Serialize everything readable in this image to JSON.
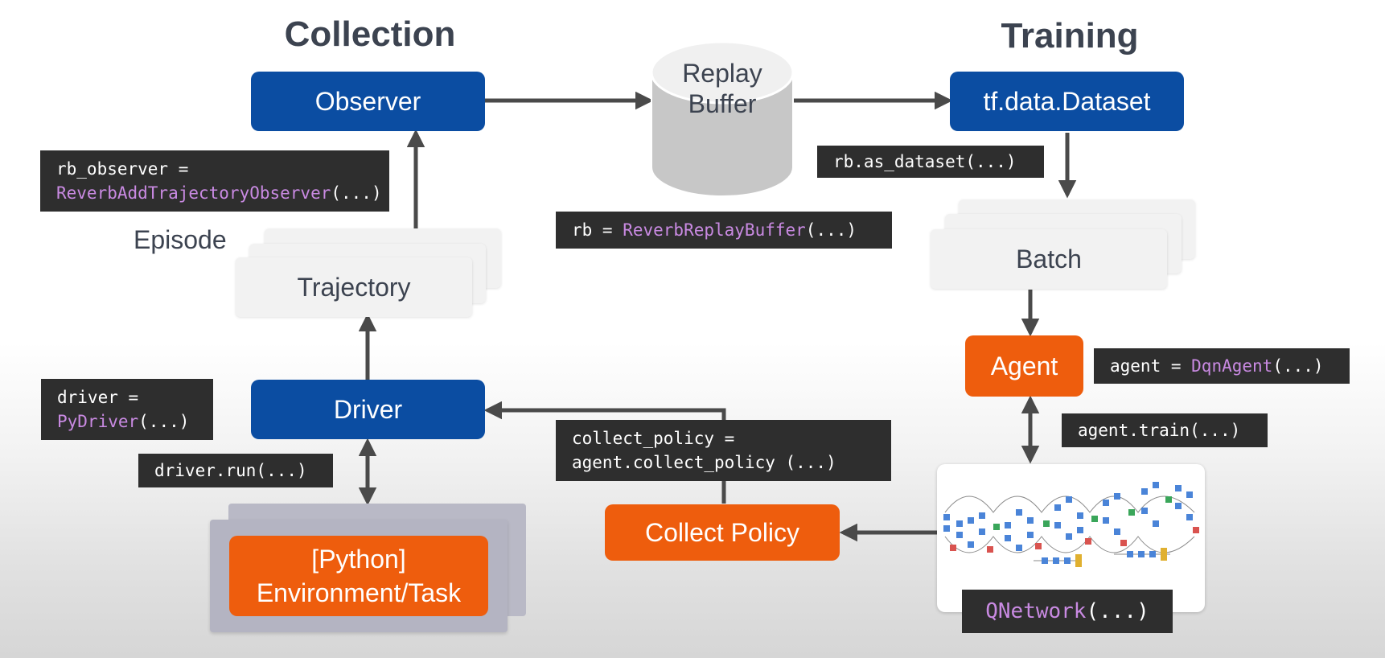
{
  "headings": {
    "collection": "Collection",
    "training": "Training"
  },
  "nodes": {
    "observer": "Observer",
    "replay_buffer_line1": "Replay",
    "replay_buffer_line2": "Buffer",
    "dataset": "tf.data.Dataset",
    "episode": "Episode",
    "trajectory": "Trajectory",
    "batch": "Batch",
    "agent": "Agent",
    "driver": "Driver",
    "collect_policy": "Collect Policy",
    "environment_line1": "[Python]",
    "environment_line2": "Environment/Task"
  },
  "code": {
    "rb_observer_a": "rb_observer =",
    "rb_observer_b": "ReverbAddTrajectoryObserver",
    "rb_observer_c": "(...)",
    "rb_as_dataset": "rb.as_dataset(...)",
    "rb_a": "rb = ",
    "rb_b": "ReverbReplayBuffer",
    "rb_c": "(...)",
    "agent_a": "agent = ",
    "agent_b": "DqnAgent",
    "agent_c": "(...)",
    "agent_train": "agent.train(...)",
    "driver_a": "driver =",
    "driver_b": "PyDriver",
    "driver_c": "(...)",
    "driver_run": "driver.run(...)",
    "collect_policy_a": "collect_policy =",
    "collect_policy_b": "agent.collect_policy (...)",
    "qnetwork_a": "QNetwork",
    "qnetwork_b": "(...)"
  },
  "colors": {
    "blue": "#0b4da2",
    "orange": "#ee5d0d",
    "code_bg": "#2e2e2e",
    "code_highlight": "#c98ae2",
    "arrow": "#4a4a4a"
  }
}
